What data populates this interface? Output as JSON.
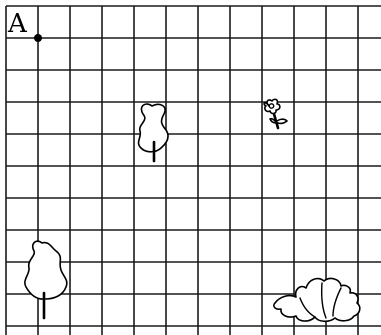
{
  "point_label": "A",
  "grid": {
    "columns": 11,
    "rows": 10
  },
  "objects": [
    {
      "kind": "tree",
      "icon": "tree-icon"
    },
    {
      "kind": "flower",
      "icon": "flower-icon"
    },
    {
      "kind": "tree",
      "icon": "tree-icon"
    },
    {
      "kind": "bush",
      "icon": "bush-icon"
    }
  ],
  "colors": {
    "lines": "#1a1a1a",
    "background": "#ffffff"
  }
}
